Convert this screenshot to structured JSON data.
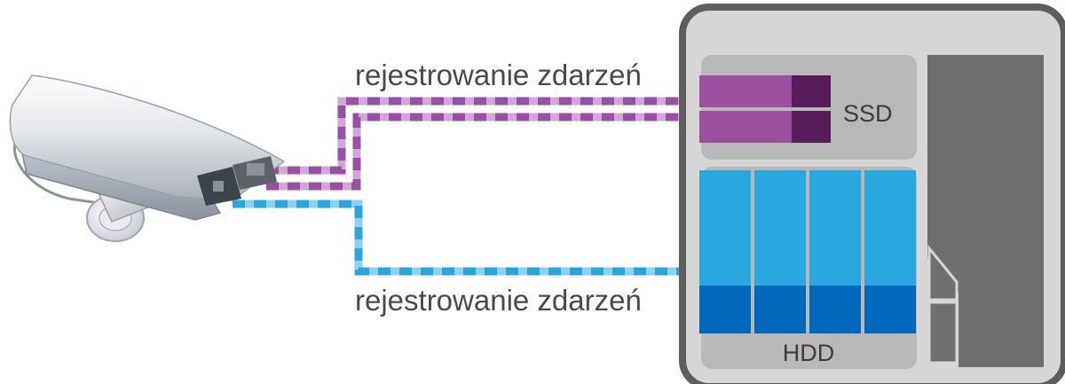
{
  "labels": {
    "top_flow": "rejestrowanie zdarzeń",
    "bottom_flow": "rejestrowanie zdarzeń",
    "ssd": "SSD",
    "hdd": "HDD"
  },
  "colors": {
    "ssd_flow_dark": "#9a4fa6",
    "ssd_flow_light": "#cfa9d5",
    "hdd_flow_dark": "#2aa6df",
    "hdd_flow_light": "#8fd0ef",
    "ssd_drive": "#9b4f9f",
    "ssd_drive_dark": "#561d5a",
    "hdd_drive": "#29a8e0",
    "hdd_drive_dark": "#0068bb",
    "nas_body": "#d6d6d6",
    "nas_frame": "#5e5e5e",
    "nas_bay": "#b8b8b8",
    "nas_side": "#6f6f6f"
  },
  "icons": [
    "security-camera-icon",
    "nas-storage-icon"
  ]
}
